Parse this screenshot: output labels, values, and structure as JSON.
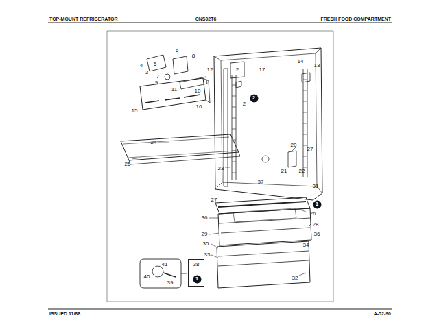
{
  "diagram": {
    "nodes": [
      {
        "text": [
          "2"
        ]
      },
      {
        "text": [
          "1"
        ]
      },
      {
        "text": [
          "38"
        ]
      },
      {
        "text": [
          "1"
        ],
        "in": 2
      }
    ],
    "labels": [
      "TOP-MOUNT REFRIGERATOR",
      "CNS02T6",
      "FRESH FOOD COMPARTMENT",
      "6",
      "8",
      "4",
      "5",
      "3",
      "7",
      "9",
      "12",
      "11",
      "10",
      "15",
      "16",
      "2",
      "17",
      "14",
      "13",
      "2",
      "24",
      "25",
      "23",
      "20",
      "27",
      "21",
      "22",
      "37",
      "31",
      "27",
      "26",
      "36",
      "28",
      "29",
      "36",
      "35",
      "34",
      "33",
      "32",
      "41",
      "40",
      "39",
      "ISSUED 11/88",
      "A-52-90"
    ]
  }
}
